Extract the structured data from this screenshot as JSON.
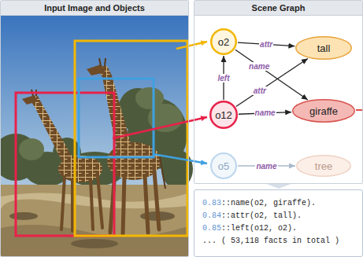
{
  "diagram": {
    "nodes": [
      {
        "text": [
          "Input Image and Objects"
        ]
      },
      {
        "text": [
          "Scene Graph"
        ]
      },
      {
        "text": [
          "o2"
        ],
        "in": 1
      },
      {
        "text": [
          "tall"
        ],
        "in": 1
      },
      {
        "text": [
          "o12"
        ],
        "in": 1
      },
      {
        "text": [
          "giraffe"
        ],
        "in": 1
      },
      {
        "text": [
          "o5"
        ],
        "in": 1
      },
      {
        "text": [
          "tree"
        ],
        "in": 1
      },
      {
        "text": [
          "0.83",
          "::name(o2, giraffe).",
          "0.84",
          "::attr(o2, tall).",
          "0.85",
          "::left(o12, o2).",
          "... ( 53,118 facts in total )"
        ]
      }
    ],
    "edges": [
      {
        "from": 2,
        "to": 3,
        "arrow": "to",
        "label": "attr"
      },
      {
        "from": 2,
        "to": 5,
        "arrow": "to",
        "label": "name"
      },
      {
        "from": 4,
        "to": 2,
        "arrow": "to",
        "label": "left"
      },
      {
        "from": 4,
        "to": 3,
        "arrow": "to",
        "label": "attr"
      },
      {
        "from": 4,
        "to": 5,
        "arrow": "to",
        "label": "name"
      },
      {
        "from": 6,
        "to": 7,
        "arrow": "to",
        "label": "name"
      }
    ]
  }
}
